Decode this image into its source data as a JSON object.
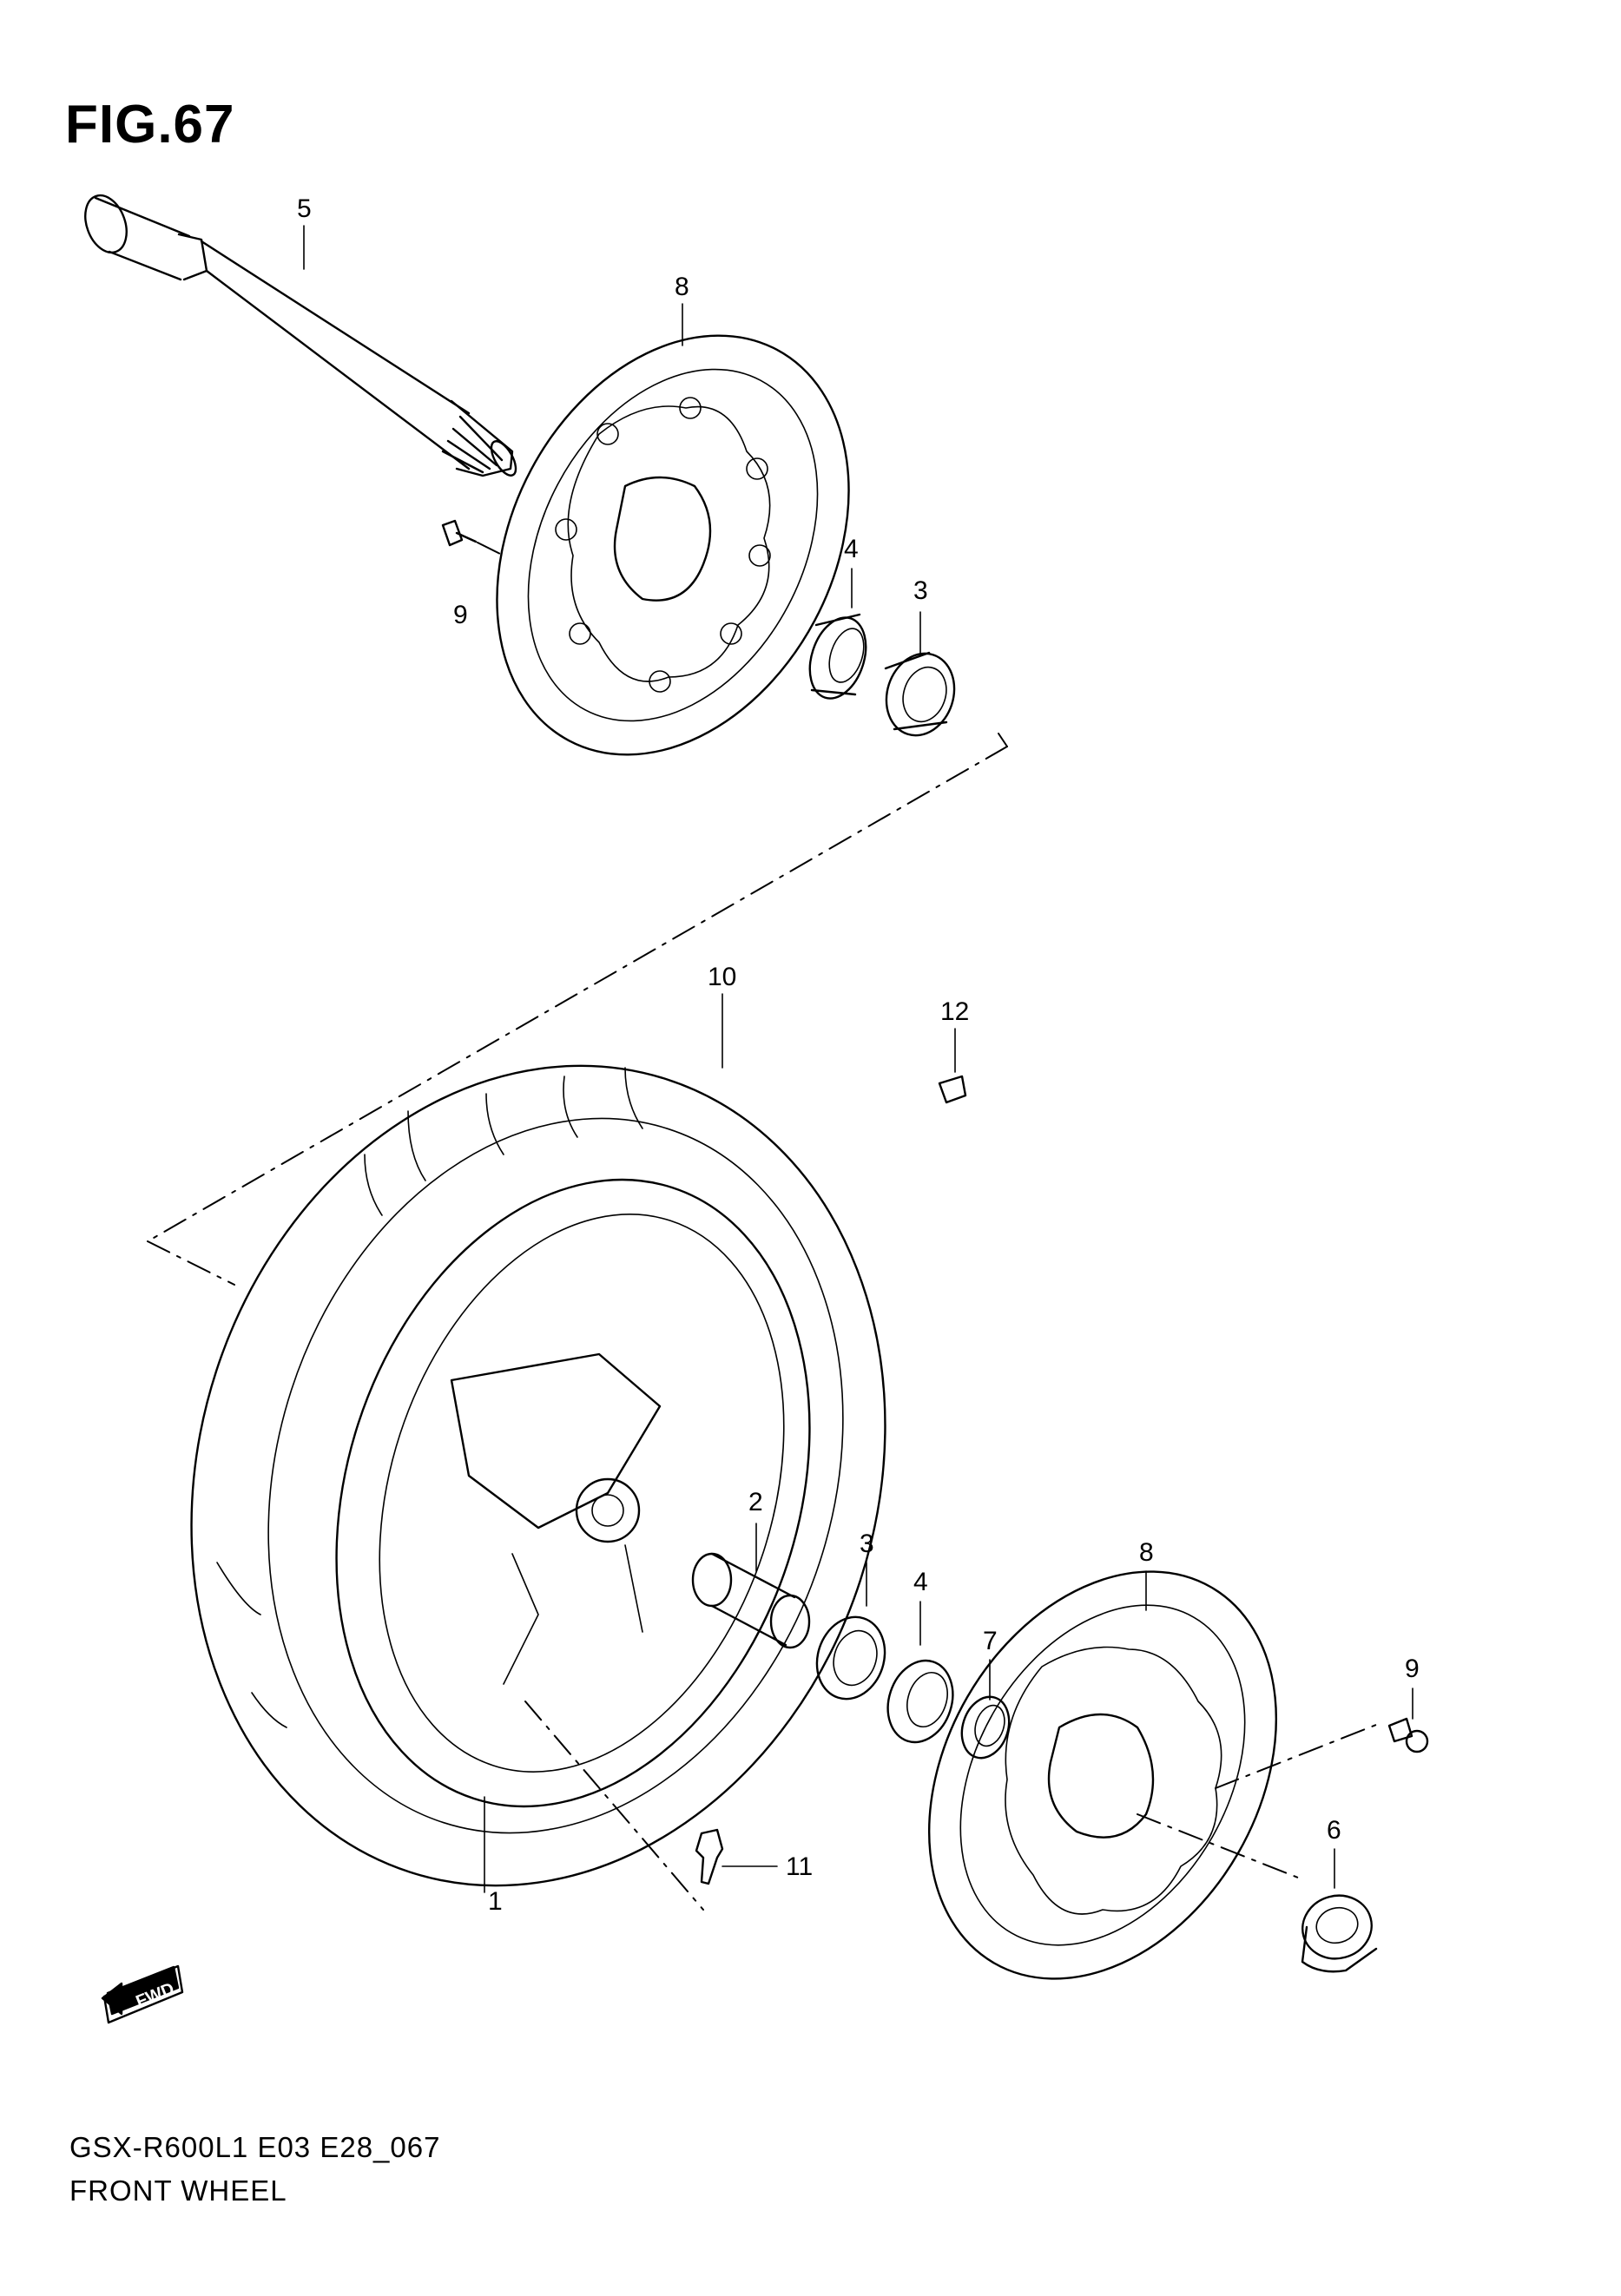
{
  "figure": {
    "title": "FIG.67"
  },
  "footer": {
    "code": "GSX-R600L1 E03 E28_067",
    "name": "FRONT WHEEL"
  },
  "fwd_badge": "FWD",
  "callouts": {
    "c1": "1",
    "c2": "2",
    "c3a": "3",
    "c3b": "3",
    "c4a": "4",
    "c4b": "4",
    "c5": "5",
    "c6": "6",
    "c7": "7",
    "c8a": "8",
    "c8b": "8",
    "c9a": "9",
    "c9b": "9",
    "c10": "10",
    "c11": "11",
    "c12": "12"
  }
}
